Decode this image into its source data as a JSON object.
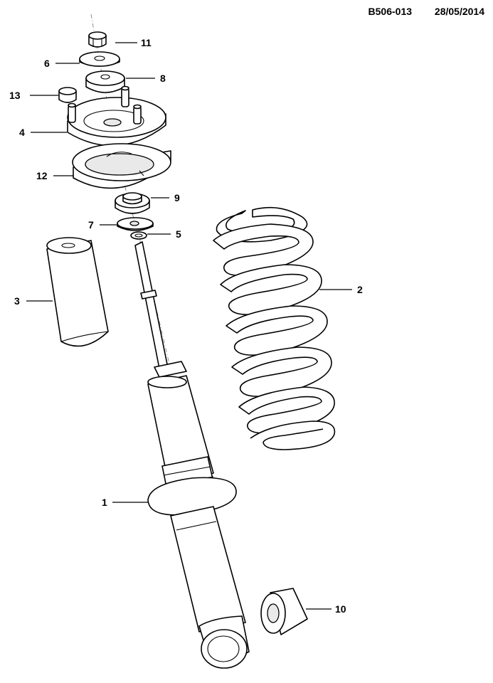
{
  "header": {
    "code": "B506-013",
    "date": "28/05/2014"
  },
  "callouts": {
    "c1": "1",
    "c2": "2",
    "c3": "3",
    "c4": "4",
    "c5": "5",
    "c6": "6",
    "c7": "7",
    "c8": "8",
    "c9": "9",
    "c10": "10",
    "c11": "11",
    "c12": "12",
    "c13": "13"
  }
}
